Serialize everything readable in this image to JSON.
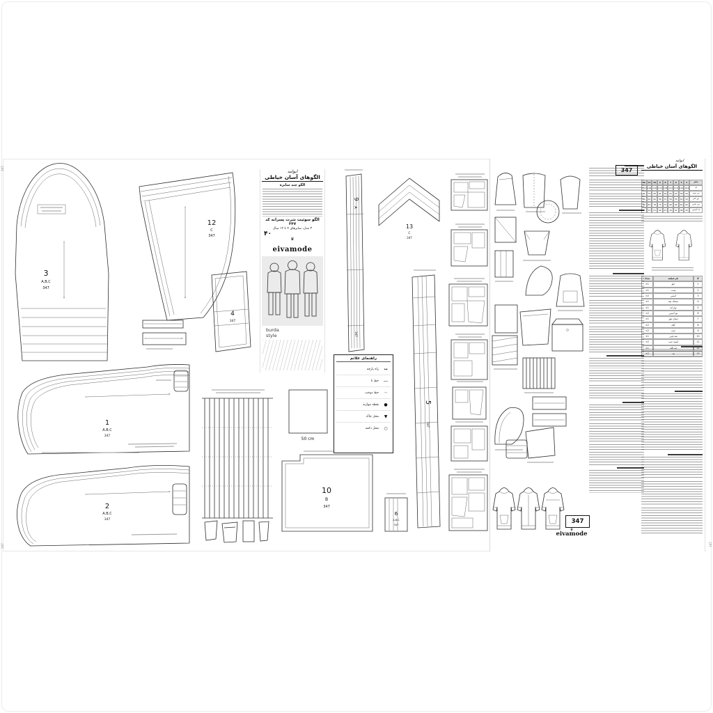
{
  "page": {
    "edge_code": "347"
  },
  "center_panel": {
    "script": "ایوامد",
    "title": "الگوهای آسان خیاطی",
    "subtitle": "الگو چند سایزه",
    "product_line": "الگو سوئیت شرت پسرانه کد ۳۴۷",
    "models_line": "۳ مدل، سایزهای ۴ تا ۱۲ سال",
    "price": "۴۰",
    "crown": "♛",
    "brand": "eivamode",
    "burda_top": "burda",
    "burda_bottom": "style"
  },
  "pieces": {
    "p1": {
      "num": "1",
      "sizes": "A.B.C",
      "code": "347"
    },
    "p2": {
      "num": "2",
      "sizes": "A.B.C",
      "code": "347"
    },
    "p3": {
      "num": "3",
      "sizes": "A,B,C",
      "code": "347"
    },
    "p4": {
      "num": "4",
      "code": "347"
    },
    "p5": {
      "num": "5",
      "code": "347"
    },
    "p6": {
      "num": "6",
      "sizes": "A,B,C",
      "code": "347"
    },
    "p9": {
      "num": "9",
      "sizes": "A",
      "code": "347"
    },
    "p10": {
      "num": "10",
      "sizes": "B",
      "code": "347"
    },
    "p12": {
      "num": "12",
      "sizes": "C",
      "code": "347"
    },
    "p13": {
      "num": "13",
      "sizes": "C",
      "code": "347"
    },
    "scale": "50 cm"
  },
  "legend": {
    "title": "راهنمای علائم",
    "items": [
      {
        "symbol": "↔",
        "label": "راه پارچه"
      },
      {
        "symbol": "―",
        "label": "خط تا"
      },
      {
        "symbol": "┄",
        "label": "خط دوخت"
      },
      {
        "symbol": "●",
        "label": "نقطه موازنه"
      },
      {
        "symbol": "▼",
        "label": "محل چاک"
      },
      {
        "symbol": "○",
        "label": "محل دکمه"
      }
    ]
  },
  "sheet": {
    "script": "ایوامد",
    "title": "الگوهای آسان خیاطی",
    "code": "347",
    "size_table": {
      "rows": [
        [
          "سایز",
          "4",
          "5",
          "6",
          "7",
          "8",
          "9",
          "10",
          "11",
          "12"
        ],
        [
          "قد",
          "104",
          "110",
          "116",
          "122",
          "128",
          "134",
          "140",
          "146",
          "152"
        ],
        [
          "دور سینه",
          "56",
          "58",
          "60",
          "62",
          "64",
          "66",
          "68",
          "70",
          "72"
        ],
        [
          "دور کمر",
          "53",
          "54",
          "55",
          "56",
          "57",
          "58",
          "60",
          "62",
          "64"
        ],
        [
          "دور باسن",
          "60",
          "63",
          "66",
          "69",
          "72",
          "75",
          "78",
          "81",
          "84"
        ],
        [
          "قد آستین",
          "35",
          "38",
          "41",
          "44",
          "47",
          "49",
          "51",
          "53",
          "55"
        ]
      ]
    },
    "pieces_list": {
      "rows": [
        [
          "#",
          "نام قطعه",
          "تعداد"
        ],
        [
          "1",
          "جلو",
          "1×"
        ],
        [
          "2",
          "پشت",
          "1×"
        ],
        [
          "3",
          "آستین",
          "2×"
        ],
        [
          "4",
          "سجاف یقه",
          "1×"
        ],
        [
          "5",
          "نوار لبه",
          "1×"
        ],
        [
          "6",
          "مچ آستین",
          "2×"
        ],
        [
          "7",
          "دمپای بلوز",
          "1×"
        ],
        [
          "8",
          "کلاه",
          "2×"
        ],
        [
          "9",
          "جیب",
          "2×"
        ],
        [
          "10",
          "یقه پایین",
          "1×"
        ],
        [
          "11",
          "کیسه جیب",
          "2×"
        ],
        [
          "12",
          "لبه کلاه",
          "1×"
        ],
        [
          "13",
          "یقه",
          "2×"
        ]
      ]
    },
    "footer_code": "347",
    "footer_brand": "eivamode",
    "crown": "♛"
  }
}
